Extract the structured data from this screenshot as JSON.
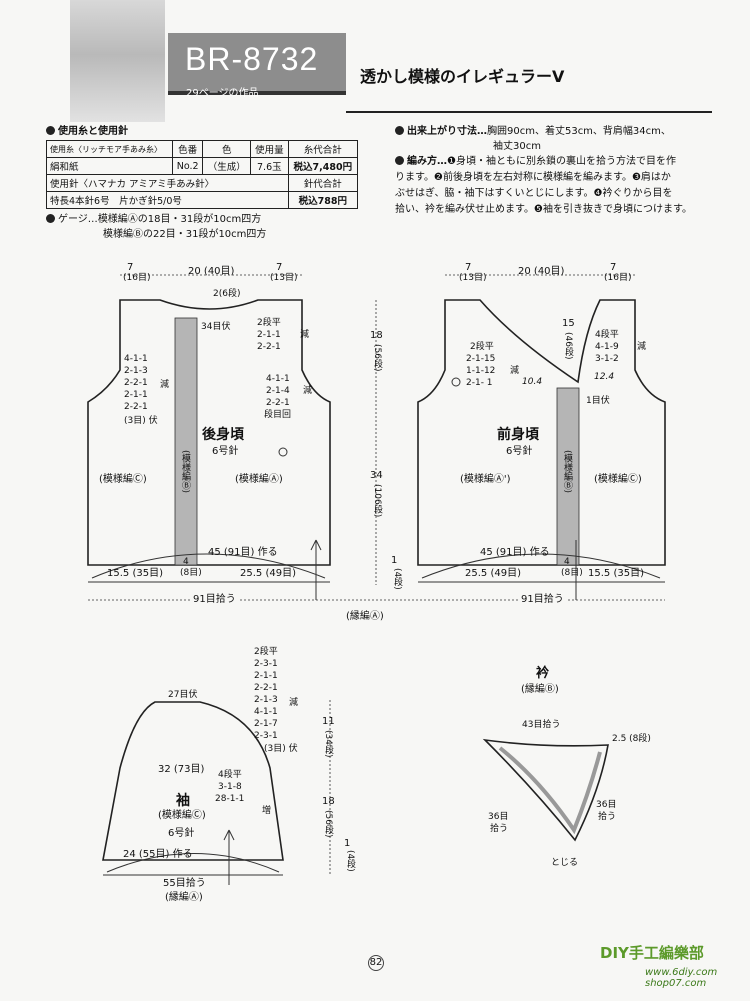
{
  "header": {
    "code": "BR-8732",
    "page_ref": "29ページの作品",
    "title": "透かし模様のイレギュラーV"
  },
  "yarn": {
    "heading": "使用糸と使用針",
    "table": [
      [
        "使用糸〈リッチモア手あみ糸〉",
        "色番",
        "色",
        "使用量",
        "糸代合計"
      ],
      [
        "絹和紙",
        "No.2",
        "（生成）",
        "7.6玉",
        "税込7,480円"
      ],
      [
        "使用針〈ハマナカ アミアミ手あみ針〉",
        "",
        "",
        "",
        "針代合計"
      ],
      [
        "特長4本針6号　片かぎ針5/0号",
        "",
        "",
        "",
        "税込788円"
      ]
    ],
    "gauge_label": "ゲージ…",
    "gauge_1": "模様編Ⓐの18目・31段が10cm四方",
    "gauge_2": "模様編Ⓑの22目・31段が10cm四方"
  },
  "finished": {
    "label": "出来上がり寸法…",
    "line1": "胸囲90cm、着丈53cm、背肩幅34cm、",
    "line2": "袖丈30cm"
  },
  "method": {
    "label": "編み方…",
    "lines": [
      "❶身頃・袖ともに別糸鎖の裏山を拾う方法で目を作",
      "ります。❷前後身頃を左右対称に模様編を編みます。❸肩はか",
      "ぶせはぎ、脇・袖下はすくいとじにします。❹衿ぐりから目を",
      "拾い、衿を編み伏せ止めます。❺袖を引き抜きで身頃につけます。"
    ]
  },
  "back": {
    "name": "後身頃",
    "needle": "6号針",
    "top_7l": "7",
    "top_7l_st": "(16目)",
    "top_20": "20",
    "top_20_st": "(40目)",
    "top_7r": "7",
    "top_7r_st": "(13目)",
    "neck": "2",
    "neck_dan": "(6段)",
    "neck_fu": "34目伏",
    "shoulder_dec": [
      "2段平",
      "2-1-1",
      "2-2-1"
    ],
    "dec": "減",
    "arm_l": [
      "4-1-1",
      "2-1-3",
      "2-2-1",
      "2-1-1",
      "2-2-1",
      "(3目) 伏"
    ],
    "arm_l_dec": "減",
    "arm_r": [
      "4-1-1",
      "2-1-4",
      "2-2-1",
      "段目回"
    ],
    "arm_r_dec": "減",
    "pat_c": "(模様編Ⓒ)",
    "pat_a": "(模様編Ⓐ)",
    "pat_b": "(模様編Ⓑ)",
    "bottom": "45 (91目) 作る",
    "left": "15.5 (35目)",
    "mid": "4",
    "mid2": "(8目)",
    "right": "25.5 (49目)",
    "pick": "91目拾う"
  },
  "front": {
    "name": "前身頃",
    "needle": "6号針",
    "top_7l": "7",
    "top_7l_st": "(13目)",
    "top_20": "20",
    "top_20_st": "(40目)",
    "top_7r": "7",
    "top_7r_st": "(16目)",
    "neck_left": [
      "2段平",
      "2-1-15",
      "1-1-12",
      "2-1- 1"
    ],
    "neck_dec": "減",
    "center": "15",
    "center_dan": "(46段)",
    "shoulder_r": [
      "4段平",
      "4-1-9",
      "3-1-2"
    ],
    "shoulder_dec": "減",
    "fu": "1目伏",
    "num_a": "10.4",
    "num_b": "12.4",
    "pat_a": "(模様編Ⓐ')",
    "pat_b": "(模様編Ⓑ)",
    "pat_c": "(模様編Ⓒ)",
    "bottom": "45 (91目) 作る",
    "left": "25.5 (49目)",
    "mid": "4",
    "mid2": "(8目)",
    "right": "15.5 (35目)",
    "pick": "91目拾う"
  },
  "center_dims": {
    "h18": "18",
    "h18_dan": "(56段)",
    "h34": "34",
    "h34_dan": "(106段)",
    "h1": "1",
    "h1_dan": "(4段)",
    "rib": "(縁編Ⓐ)"
  },
  "sleeve": {
    "name": "袖",
    "pat": "(模様編Ⓒ)",
    "needle": "6号針",
    "cap_fu": "27目伏",
    "cap_dec": [
      "2段平",
      "2-3-1",
      "2-1-1",
      "2-2-1",
      "2-1-3",
      "4-1-1",
      "2-1-7",
      "2-3-1",
      "(3目) 伏"
    ],
    "cap_label": "減",
    "width": "32 (73目)",
    "inc": [
      "4段平",
      "3-1-8",
      "28-1-1"
    ],
    "inc_label": "増",
    "bottom": "24 (55目) 作る",
    "pick": "55目拾う",
    "rib": "(縁編Ⓐ)",
    "h11": "11",
    "h11_dan": "(34段)",
    "h18": "18",
    "h18_dan": "(56段)",
    "h1": "1",
    "h1_dan": "(4段)"
  },
  "collar": {
    "title": "衿",
    "sub": "(縁編Ⓑ)",
    "top": "43目拾う",
    "right": "2.5 (8段)",
    "side": "36目",
    "side2": "拾う",
    "left": "36目",
    "left2": "拾う",
    "close": "とじる"
  },
  "footer": {
    "page": "82",
    "watermark": "DIY手工編樂部",
    "url": "www.6diy.com",
    "url2": "shop07.com"
  }
}
